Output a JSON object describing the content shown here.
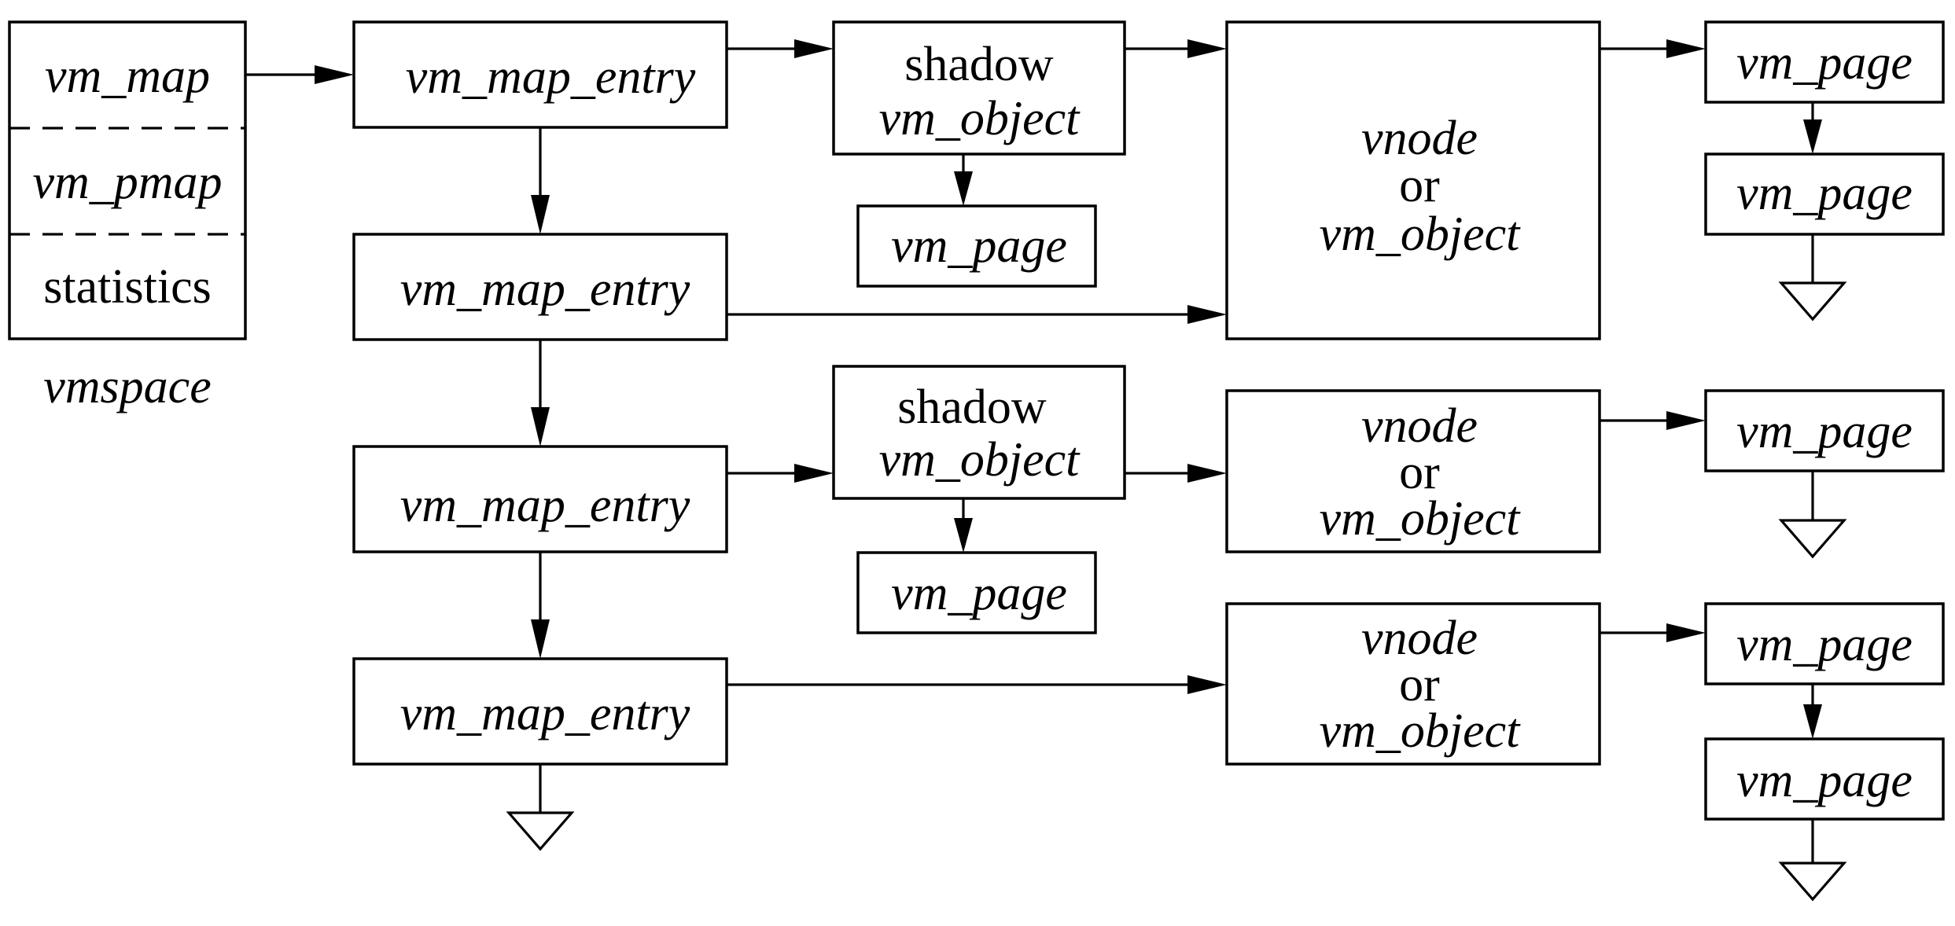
{
  "vmspace": {
    "caption": "vmspace",
    "map": "vm_map",
    "pmap": "vm_pmap",
    "statistics": "statistics"
  },
  "map_entries": [
    "vm_map_entry",
    "vm_map_entry",
    "vm_map_entry",
    "vm_map_entry"
  ],
  "shadow_objects": [
    {
      "line1": "shadow",
      "line2": "vm_object",
      "page": "vm_page"
    },
    {
      "line1": "shadow",
      "line2": "vm_object",
      "page": "vm_page"
    }
  ],
  "vnode_objects": [
    {
      "line1": "vnode",
      "line2": "or",
      "line3": "vm_object"
    },
    {
      "line1": "vnode",
      "line2": "or",
      "line3": "vm_object"
    },
    {
      "line1": "vnode",
      "line2": "or",
      "line3": "vm_object"
    }
  ],
  "page_chains": [
    [
      "vm_page",
      "vm_page"
    ],
    [
      "vm_page"
    ],
    [
      "vm_page",
      "vm_page"
    ]
  ]
}
